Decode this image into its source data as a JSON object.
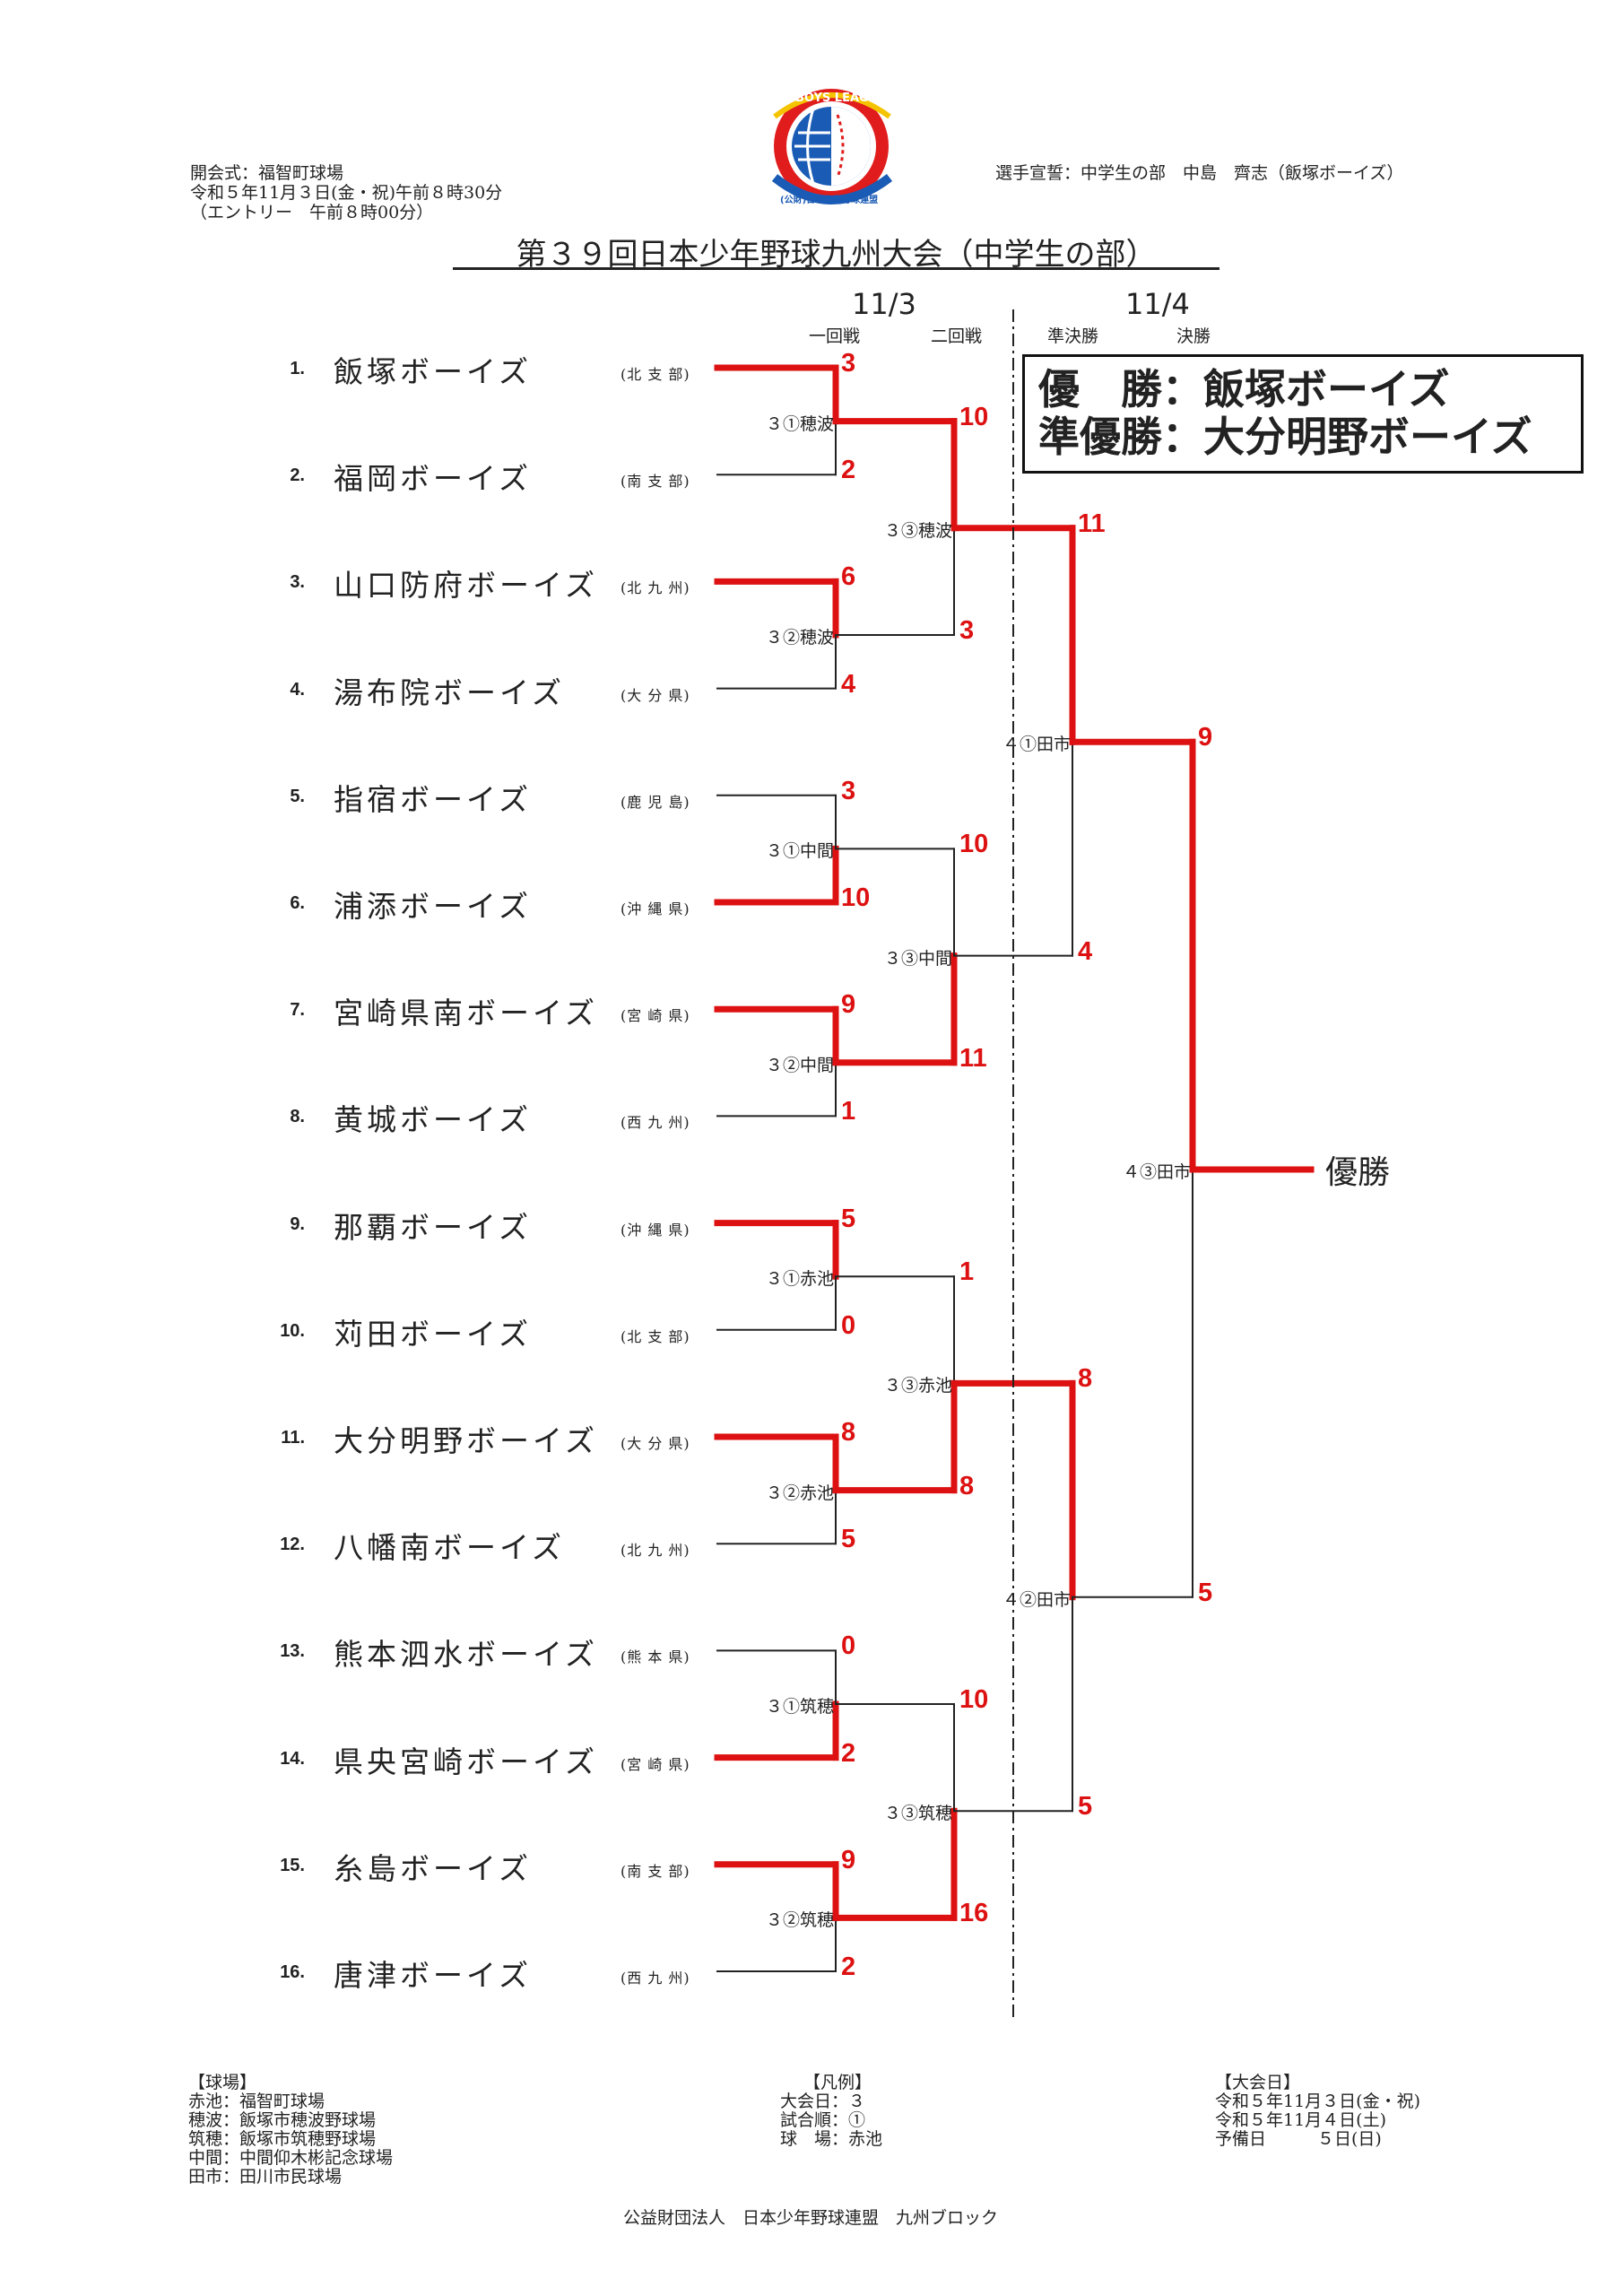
{
  "logo": {
    "top_text": "BOYS LEAGUE",
    "bottom_text": "(公財)日本少年野球連盟",
    "colors": {
      "ring": "#e01c1c",
      "globe": "#1a5bb5",
      "accent": "#f5c400"
    }
  },
  "header": {
    "left": [
      "開会式：福智町球場",
      "令和５年11月３日(金・祝)午前８時30分",
      "（エントリー　午前８時00分）"
    ],
    "right": "選手宣誓：中学生の部　中島　齊志（飯塚ボーイズ）",
    "title": "第３９回日本少年野球九州大会（中学生の部）"
  },
  "dates": {
    "day1": "11/3",
    "day2": "11/4"
  },
  "rounds": [
    "一回戦",
    "二回戦",
    "準決勝",
    "決勝"
  ],
  "result": {
    "champion_label": "優　勝",
    "champion": "飯塚ボーイズ",
    "runnerup_label": "準優勝",
    "runnerup": "大分明野ボーイズ",
    "separator": "："
  },
  "teams": [
    {
      "num": "1.",
      "name": "飯塚ボーイズ",
      "region": "(北 支 部)"
    },
    {
      "num": "2.",
      "name": "福岡ボーイズ",
      "region": "(南 支 部)"
    },
    {
      "num": "3.",
      "name": "山口防府ボーイズ",
      "region": "(北 九 州)"
    },
    {
      "num": "4.",
      "name": "湯布院ボーイズ",
      "region": "(大 分 県)"
    },
    {
      "num": "5.",
      "name": "指宿ボーイズ",
      "region": "(鹿 児 島)"
    },
    {
      "num": "6.",
      "name": "浦添ボーイズ",
      "region": "(沖 縄 県)"
    },
    {
      "num": "7.",
      "name": "宮崎県南ボーイズ",
      "region": "(宮 崎 県)"
    },
    {
      "num": "8.",
      "name": "黄城ボーイズ",
      "region": "(西 九 州)"
    },
    {
      "num": "9.",
      "name": "那覇ボーイズ",
      "region": "(沖 縄 県)"
    },
    {
      "num": "10.",
      "name": "苅田ボーイズ",
      "region": "(北 支 部)"
    },
    {
      "num": "11.",
      "name": "大分明野ボーイズ",
      "region": "(大 分 県)"
    },
    {
      "num": "12.",
      "name": "八幡南ボーイズ",
      "region": "(北 九 州)"
    },
    {
      "num": "13.",
      "name": "熊本泗水ボーイズ",
      "region": "(熊 本 県)"
    },
    {
      "num": "14.",
      "name": "県央宮崎ボーイズ",
      "region": "(宮 崎 県)"
    },
    {
      "num": "15.",
      "name": "糸島ボーイズ",
      "region": "(南 支 部)"
    },
    {
      "num": "16.",
      "name": "唐津ボーイズ",
      "region": "(西 九 州)"
    }
  ],
  "round1": [
    {
      "venue": "３①穂波",
      "scores": [
        "3",
        "2"
      ],
      "winner": 0
    },
    {
      "venue": "３②穂波",
      "scores": [
        "6",
        "4"
      ],
      "winner": 0
    },
    {
      "venue": "３①中間",
      "scores": [
        "3",
        "10"
      ],
      "winner": 1
    },
    {
      "venue": "３②中間",
      "scores": [
        "9",
        "1"
      ],
      "winner": 0
    },
    {
      "venue": "３①赤池",
      "scores": [
        "5",
        "0"
      ],
      "winner": 0
    },
    {
      "venue": "３②赤池",
      "scores": [
        "8",
        "5"
      ],
      "winner": 0
    },
    {
      "venue": "３①筑穂",
      "scores": [
        "0",
        "2"
      ],
      "winner": 1
    },
    {
      "venue": "３②筑穂",
      "scores": [
        "9",
        "2"
      ],
      "winner": 0
    }
  ],
  "round2": [
    {
      "venue": "３③穂波",
      "scores": [
        "10",
        "3"
      ],
      "winner": 0
    },
    {
      "venue": "３③中間",
      "scores": [
        "10",
        "11"
      ],
      "winner": 1
    },
    {
      "venue": "３③赤池",
      "scores": [
        "1",
        "8"
      ],
      "winner": 1
    },
    {
      "venue": "３③筑穂",
      "scores": [
        "10",
        "16"
      ],
      "winner": 1
    }
  ],
  "semis": [
    {
      "venue": "４①田市",
      "scores": [
        "11",
        "4"
      ],
      "winner": 0
    },
    {
      "venue": "４②田市",
      "scores": [
        "8",
        "5"
      ],
      "winner": 0
    }
  ],
  "final": {
    "venue": "４③田市",
    "scores": [
      "9",
      "5"
    ],
    "winner": 0
  },
  "champion_label": "優勝",
  "footer": {
    "venues_title": "【球場】",
    "venues": [
      "赤池：福智町球場",
      "穂波：飯塚市穂波野球場",
      "筑穂：飯塚市筑穂野球場",
      "中間：中間仰木彬記念球場",
      "田市：田川市民球場"
    ],
    "legend_title": "【凡例】",
    "legend": [
      "大会日：３",
      "試合順：①",
      "球　場：赤池"
    ],
    "days_title": "【大会日】",
    "days": [
      "令和５年11月３日(金・祝)",
      "令和５年11月４日(土)",
      "予備日　　　５日(日)"
    ],
    "organizer": "公益財団法人　日本少年野球連盟　九州ブロック"
  },
  "colors": {
    "win": "#dd1111",
    "lose": "#222222"
  }
}
